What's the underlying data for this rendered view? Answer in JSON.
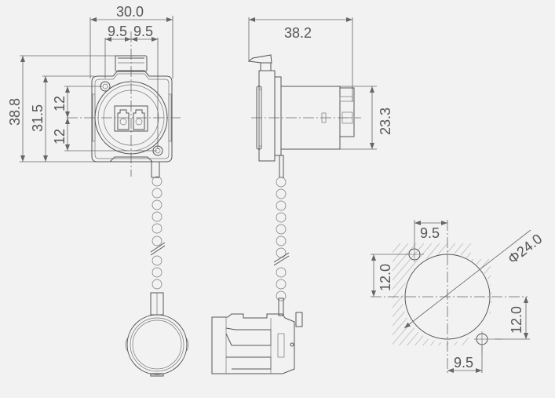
{
  "drawing": {
    "background": "#f2f2f2",
    "line_color": "#555555",
    "views": {
      "front": {
        "dims": {
          "width": "30.0",
          "half_left": "9.5",
          "half_right": "9.5",
          "height_total": "38.8",
          "height_flange": "31.5",
          "upper_offset": "12",
          "lower_offset": "12"
        }
      },
      "side": {
        "dims": {
          "length": "38.2",
          "body_height": "23.3"
        }
      },
      "panel_cutout": {
        "dims": {
          "top_offset_x": "9.5",
          "bottom_offset_x": "9.5",
          "left_offset_y": "12.0",
          "right_offset_y": "12.0",
          "diameter": "Φ24.0"
        }
      },
      "dust_cap_front": {},
      "dust_cap_side": {}
    }
  }
}
